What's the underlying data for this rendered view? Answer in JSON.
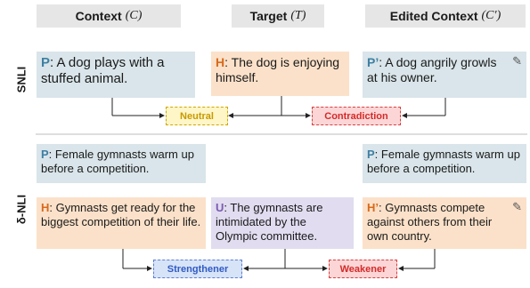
{
  "headers": {
    "context": "Context",
    "context_sym": "(C)",
    "target": "Target",
    "target_sym": "(T)",
    "edited": "Edited Context",
    "edited_sym": "(C′)"
  },
  "snli": {
    "label": "SNLI",
    "premise_tag": "P",
    "premise": ": A dog plays with a stuffed animal.",
    "hypothesis_tag": "H",
    "hypothesis": ": The dog is enjoying himself.",
    "edited_tag": "P’",
    "edited": ": A dog angrily growls at his owner.",
    "left_label": "Neutral",
    "right_label": "Contradiction"
  },
  "dnli": {
    "label": "δ-NLI",
    "premise_tag": "P",
    "premise": ": Female gymnasts warm up before a competition.",
    "hyp_tag": "H",
    "hypothesis": ": Gymnasts get ready for the biggest competition of their life.",
    "update_tag": "U",
    "update": ": The gymnasts are intimidated by the Olympic committee.",
    "edited_premise_tag": "P",
    "edited_premise": ": Female gymnasts warm up before a competition.",
    "edited_hyp_tag": "H’",
    "edited_hyp": ": Gymnasts compete against others from their own country.",
    "left_label": "Strengthener",
    "right_label": "Weakener"
  },
  "icons": {
    "edit": "pencil-icon"
  }
}
